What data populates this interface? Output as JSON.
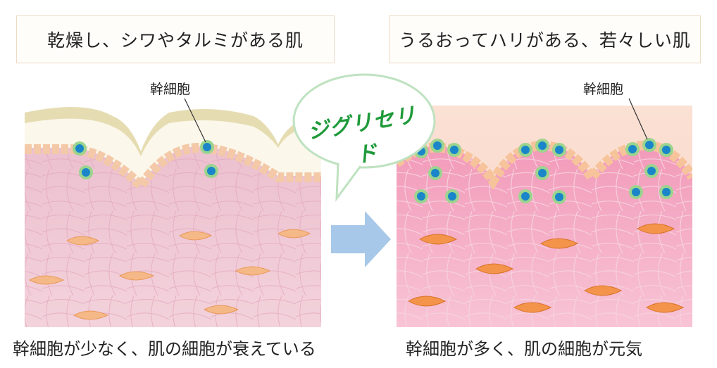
{
  "left_panel": {
    "title": "乾燥し、シワやタルミがある肌",
    "stem_cell_label": "幹細胞",
    "caption": "幹細胞が少なく、肌の細胞が衰えている"
  },
  "right_panel": {
    "title": "うるおってハリがある、若々しい肌",
    "stem_cell_label": "幹細胞",
    "caption": "幹細胞が多く、肌の細胞が元気"
  },
  "callout": {
    "text": "ジグリセリド"
  },
  "icons": {
    "transition": "arrow-right-icon"
  },
  "colors": {
    "bubble_text": "#1f9a3a",
    "arrow": "#a7c8e8",
    "stem_cell": "#1a86c9",
    "stem_cell_ring": "#7cc576",
    "left_dermis": "#f1c4d3",
    "right_dermis": "#f5a5c2",
    "fibroblast_left": "#f5b887",
    "fibroblast_right": "#f08a3c"
  }
}
